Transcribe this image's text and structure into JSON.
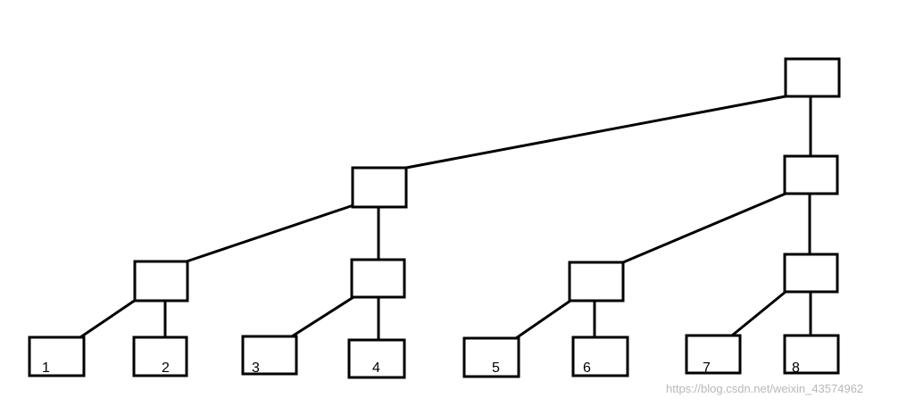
{
  "diagram": {
    "leaf_labels": [
      "1",
      "2",
      "3",
      "4",
      "5",
      "6",
      "7",
      "8"
    ]
  },
  "watermark": "https://blog.csdn.net/weixin_43574962"
}
